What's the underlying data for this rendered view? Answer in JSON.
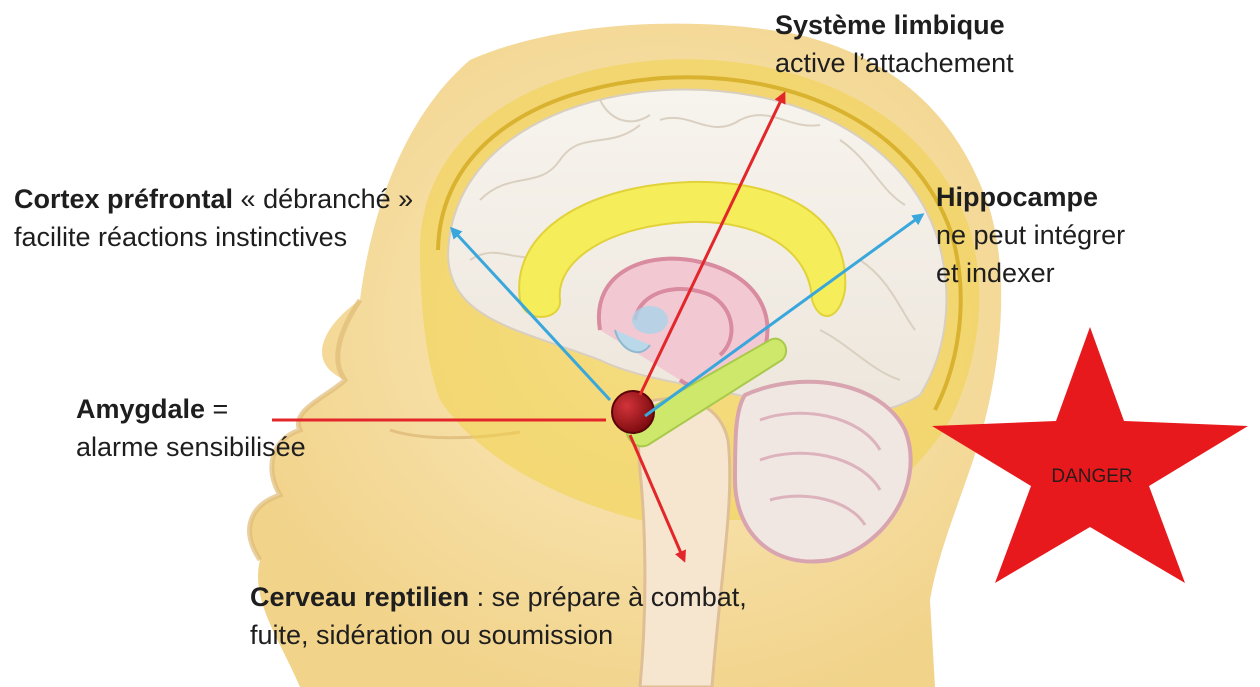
{
  "labels": {
    "limbic": {
      "title": "Système limbique",
      "text": "active l’attachement"
    },
    "cortex": {
      "title": "Cortex préfrontal",
      "title_suffix": " « débranché »",
      "text": "facilite réactions instinctives"
    },
    "hippocampus": {
      "title": "Hippocampe",
      "line1": "ne peut intégrer",
      "line2": " et indexer"
    },
    "amygdala": {
      "title": "Amygdale",
      "title_suffix": " =",
      "text": "alarme sensibilisée"
    },
    "reptilian": {
      "title": "Cerveau reptilien",
      "title_suffix": " : se prépare à combat,",
      "text": "fuite, sidération ou soumission"
    }
  },
  "danger_star": {
    "text": "DANGER",
    "color": "#e8191c"
  },
  "colors": {
    "red_arrow": "#e3262a",
    "blue_arrow": "#3aa7dc",
    "skin": "#f6dfa0",
    "skull_yellow": "#f1d24a",
    "corpus_callosum": "#f5ee5a",
    "hippocampus_green": "#cde86a",
    "limbic_pink": "#e9a3b4",
    "amygdala": "#9b1016"
  }
}
